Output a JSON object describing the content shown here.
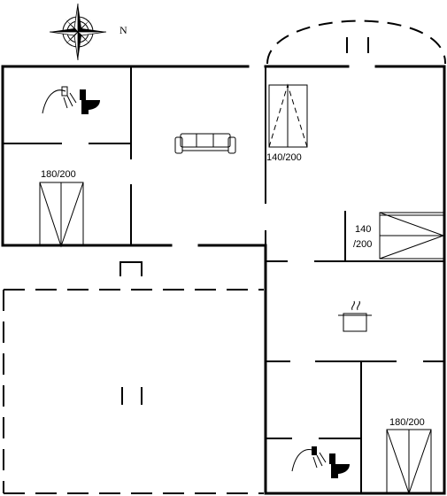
{
  "compass": {
    "north_label": "N"
  },
  "beds": {
    "bed_1": "180/200",
    "bed_2": "140/200",
    "bed_3_line1": "140",
    "bed_3_line2": "/200",
    "bed_4": "180/200"
  },
  "icons": {
    "compass": "compass-rose-icon",
    "shower": "shower-icon",
    "toilet": "toilet-icon",
    "sofa": "sofa-icon",
    "cooking_pot": "cooking-pot-icon"
  }
}
